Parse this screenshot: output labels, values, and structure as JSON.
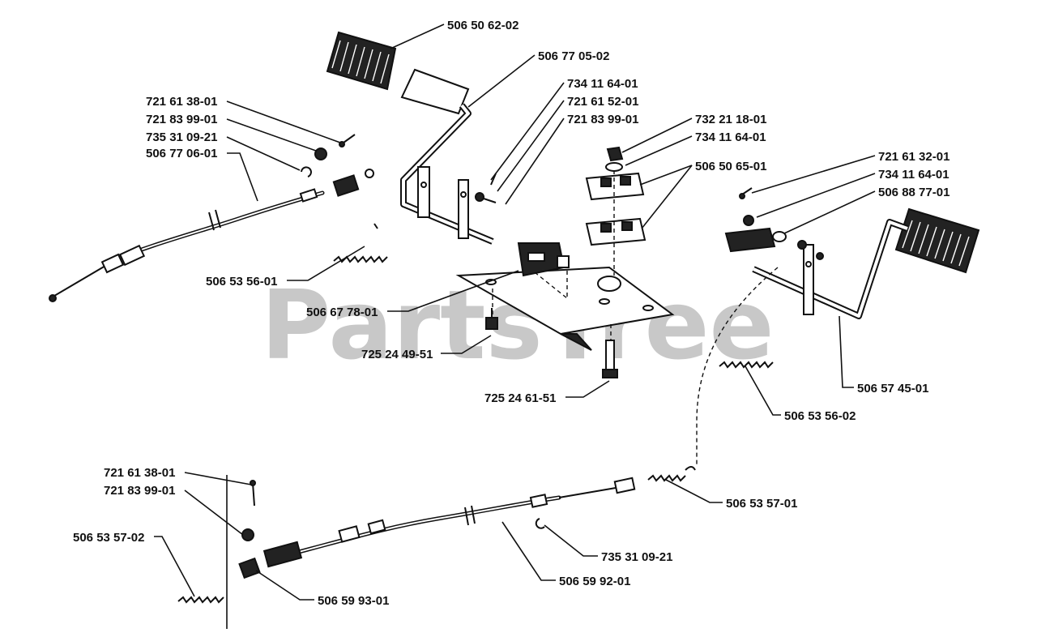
{
  "watermark": "PartsTree",
  "labels": [
    {
      "id": "l1",
      "text": "506 50 62-02"
    },
    {
      "id": "l2",
      "text": "506 77 05-02"
    },
    {
      "id": "l3",
      "text": "734 11 64-01"
    },
    {
      "id": "l4",
      "text": "721 61 52-01"
    },
    {
      "id": "l5",
      "text": "721 83 99-01"
    },
    {
      "id": "l6",
      "text": "721 61 38-01"
    },
    {
      "id": "l7",
      "text": "721 83 99-01"
    },
    {
      "id": "l8",
      "text": "735 31 09-21"
    },
    {
      "id": "l9",
      "text": "506 77 06-01"
    },
    {
      "id": "l10",
      "text": "732 21 18-01"
    },
    {
      "id": "l11",
      "text": "734 11 64-01"
    },
    {
      "id": "l12",
      "text": "506 50 65-01"
    },
    {
      "id": "l13",
      "text": "721 61 32-01"
    },
    {
      "id": "l14",
      "text": "734 11 64-01"
    },
    {
      "id": "l15",
      "text": "506 88 77-01"
    },
    {
      "id": "l16",
      "text": "506 53 56-01"
    },
    {
      "id": "l17",
      "text": "506 67 78-01"
    },
    {
      "id": "l18",
      "text": "725 24 49-51"
    },
    {
      "id": "l19",
      "text": "725 24 61-51"
    },
    {
      "id": "l20",
      "text": "506 57 45-01"
    },
    {
      "id": "l21",
      "text": "506 53 56-02"
    },
    {
      "id": "l22",
      "text": "721 61 38-01"
    },
    {
      "id": "l23",
      "text": "721 83 99-01"
    },
    {
      "id": "l24",
      "text": "506 53 57-02"
    },
    {
      "id": "l25",
      "text": "506 53 57-01"
    },
    {
      "id": "l26",
      "text": "735 31 09-21"
    },
    {
      "id": "l27",
      "text": "506 59 92-01"
    },
    {
      "id": "l28",
      "text": "506 59 93-01"
    }
  ]
}
